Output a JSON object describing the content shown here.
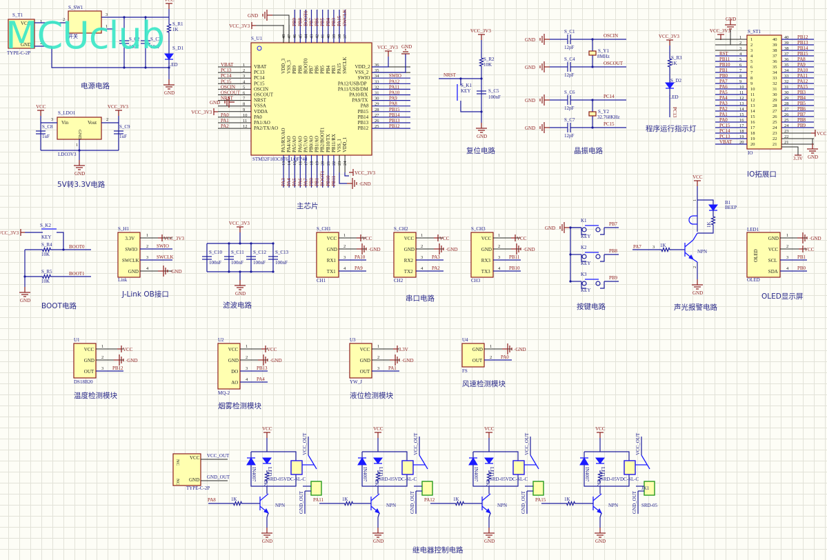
{
  "watermark": "MCUclub",
  "colors": {
    "wire": "#1a1a9c",
    "net": "#8b1a1a",
    "component_fill": "#ffffb0",
    "grid": "#e2e2d8",
    "watermark": "#3ce8c8",
    "led": "#1a1aff"
  },
  "sections": {
    "power": {
      "title": "电源电路",
      "t1": "S_T1",
      "t1_type": "TYPE-C-2P",
      "t1_pins": [
        "VCC",
        "GND"
      ],
      "sw": "S_SW1",
      "sw_label": "开关",
      "c2": "S_C2",
      "c3": "S_C3",
      "c_val": "10uF",
      "r1": "S_R1",
      "r1_val": "1K",
      "d1": "S_D1",
      "led": "LED",
      "vcc": "VCC",
      "gnd": "GND"
    },
    "ldo": {
      "title": "5V转3.3V电路",
      "ref": "S_LDO1",
      "part": "LDO3V3",
      "vin": "Vin",
      "vout": "Vout",
      "gnd_pin": "GND",
      "c8": "S_C8",
      "c9": "S_C9",
      "c_val": "1uF",
      "vcc": "VCC",
      "vcc33": "VCC_3V3",
      "gnd": "GND"
    },
    "mcu": {
      "title": "主芯片",
      "ref": "S_U1",
      "part": "STM32F103C8T6_LQFP48",
      "left_pins": [
        {
          "n": "1",
          "name": "VBAT",
          "net": "VBAT"
        },
        {
          "n": "2",
          "name": "PC13",
          "net": "PC13"
        },
        {
          "n": "3",
          "name": "PC14",
          "net": "PC14"
        },
        {
          "n": "4",
          "name": "PC15",
          "net": "PC15"
        },
        {
          "n": "5",
          "name": "OSCIN",
          "net": "OSCIN"
        },
        {
          "n": "6",
          "name": "OSCOUT",
          "net": "OSCOUT"
        },
        {
          "n": "7",
          "name": "NRST",
          "net": "NRST"
        },
        {
          "n": "8",
          "name": "VSSA",
          "net": "GND"
        },
        {
          "n": "9",
          "name": "VDDA",
          "net": "VCC_3V3"
        },
        {
          "n": "10",
          "name": "PA0",
          "net": "PA0"
        },
        {
          "n": "11",
          "name": "PA1/AO",
          "net": "PA1"
        },
        {
          "n": "12",
          "name": "PA2/TX/AO",
          "net": "PA2"
        }
      ],
      "right_pins": [
        {
          "n": "36",
          "name": "VDD_2",
          "net": ""
        },
        {
          "n": "35",
          "name": "VSS_2",
          "net": ""
        },
        {
          "n": "34",
          "name": "SWIO",
          "net": "SWIO"
        },
        {
          "n": "33",
          "name": "PA12/USB/DP",
          "net": "PA12"
        },
        {
          "n": "32",
          "name": "PA11/USB/DM",
          "net": "PA11"
        },
        {
          "n": "31",
          "name": "PA10/RX",
          "net": "PA10"
        },
        {
          "n": "30",
          "name": "PA9/TX",
          "net": "PA9"
        },
        {
          "n": "29",
          "name": "PA8",
          "net": "PA8"
        },
        {
          "n": "28",
          "name": "PB15",
          "net": "PB15"
        },
        {
          "n": "27",
          "name": "PB14",
          "net": "PB14"
        },
        {
          "n": "26",
          "name": "PB13",
          "net": "PB13"
        },
        {
          "n": "25",
          "name": "PB12",
          "net": "PB12"
        }
      ],
      "top_pins": [
        {
          "n": "48",
          "name": "VDD_3",
          "net": ""
        },
        {
          "n": "47",
          "name": "VSS_3",
          "net": ""
        },
        {
          "n": "46",
          "name": "PB9",
          "net": "PB9"
        },
        {
          "n": "45",
          "name": "PB8",
          "net": "PB8"
        },
        {
          "n": "44",
          "name": "BOOT0",
          "net": "BOOT0"
        },
        {
          "n": "43",
          "name": "PB7",
          "net": "PB7"
        },
        {
          "n": "42",
          "name": "PB6",
          "net": "PB6"
        },
        {
          "n": "41",
          "name": "PB5",
          "net": "PB5"
        },
        {
          "n": "40",
          "name": "PB4",
          "net": "PB4"
        },
        {
          "n": "39",
          "name": "PB3",
          "net": "PB3"
        },
        {
          "n": "38",
          "name": "PA15",
          "net": "PA15"
        },
        {
          "n": "37",
          "name": "SWCLK",
          "net": "SWCLK"
        }
      ],
      "bottom_pins": [
        {
          "n": "13",
          "name": "PA3/RX/AO",
          "net": "PA3"
        },
        {
          "n": "14",
          "name": "PA4/AO",
          "net": "PA4"
        },
        {
          "n": "15",
          "name": "PA5/AO",
          "net": "PA5"
        },
        {
          "n": "16",
          "name": "PA6/AO",
          "net": "PA6"
        },
        {
          "n": "17",
          "name": "PA7/AO",
          "net": "PA7"
        },
        {
          "n": "18",
          "name": "PB0/AO",
          "net": "PB0"
        },
        {
          "n": "19",
          "name": "PB1/AO",
          "net": "PB1"
        },
        {
          "n": "20",
          "name": "PB2/BOOT1",
          "net": "BOOT1"
        },
        {
          "n": "21",
          "name": "PB10/TX",
          "net": "PB10"
        },
        {
          "n": "22",
          "name": "PB11/RX",
          "net": "PB11"
        },
        {
          "n": "23",
          "name": "VSS_1",
          "net": ""
        },
        {
          "n": "24",
          "name": "VDD_1",
          "net": ""
        }
      ],
      "gnd": "GND",
      "vcc33": "VCC_3V3"
    },
    "reset": {
      "title": "复位电路",
      "vcc33": "VCC_3V3",
      "r2": "S_R2",
      "r2_val": "10K",
      "k1": "S_K1",
      "key": "KEY",
      "c5": "S_C5",
      "c5_val": "100nF",
      "nrst": "NRST",
      "gnd": "GND"
    },
    "crystal": {
      "title": "晶振电路",
      "c1": "S_C1",
      "c4": "S_C4",
      "c6": "S_C6",
      "c7": "S_C7",
      "c_val": "12pF",
      "y1": "S_Y1",
      "y1_val": "8MHz",
      "y2": "S_Y2",
      "y2_val": "32.768KHz",
      "oscin": "OSCIN",
      "oscout": "OSCOUT",
      "pc14": "PC14",
      "pc15": "PC15",
      "gnd": "GND"
    },
    "run_led": {
      "title": "程序运行指示灯",
      "vcc33": "VCC_3V3",
      "r3": "S_R3",
      "r3_val": "1K",
      "d2": "S_D2",
      "led": "LED",
      "net": "PC13"
    },
    "io": {
      "title": "IO拓展口",
      "ref": "S_ST1",
      "part": "IO",
      "gnd": "GND",
      "vcc33": "VCC_3V3",
      "vcc": "VCC",
      "v33": "3.3V",
      "left": [
        {
          "n": "1",
          "net": ""
        },
        {
          "n": "2",
          "net": ""
        },
        {
          "n": "3",
          "net": ""
        },
        {
          "n": "4",
          "net": "RST"
        },
        {
          "n": "5",
          "net": "PB11"
        },
        {
          "n": "6",
          "net": "PB10"
        },
        {
          "n": "7",
          "net": "PB1"
        },
        {
          "n": "8",
          "net": "PB0"
        },
        {
          "n": "9",
          "net": "PA7"
        },
        {
          "n": "10",
          "net": "PA6"
        },
        {
          "n": "11",
          "net": "PA5"
        },
        {
          "n": "12",
          "net": "PA4"
        },
        {
          "n": "13",
          "net": "PA3"
        },
        {
          "n": "14",
          "net": "PA2"
        },
        {
          "n": "15",
          "net": "PA1"
        },
        {
          "n": "16",
          "net": "PA0"
        },
        {
          "n": "17",
          "net": "PC15"
        },
        {
          "n": "18",
          "net": "PC14"
        },
        {
          "n": "19",
          "net": "PC13"
        },
        {
          "n": "20",
          "net": "VBAT"
        }
      ],
      "right": [
        {
          "n": "40",
          "net": "PB12"
        },
        {
          "n": "39",
          "net": "PB13"
        },
        {
          "n": "38",
          "net": "PB14"
        },
        {
          "n": "37",
          "net": "PB15"
        },
        {
          "n": "36",
          "net": "PA8"
        },
        {
          "n": "35",
          "net": "PA9"
        },
        {
          "n": "34",
          "net": "PA10"
        },
        {
          "n": "33",
          "net": "PA11"
        },
        {
          "n": "32",
          "net": "PA12"
        },
        {
          "n": "31",
          "net": "PA15"
        },
        {
          "n": "30",
          "net": "PB3"
        },
        {
          "n": "29",
          "net": "PB4"
        },
        {
          "n": "28",
          "net": "PB5"
        },
        {
          "n": "27",
          "net": "PB6"
        },
        {
          "n": "26",
          "net": "PB7"
        },
        {
          "n": "25",
          "net": "PB8"
        },
        {
          "n": "24",
          "net": "PB9"
        },
        {
          "n": "23",
          "net": ""
        },
        {
          "n": "22",
          "net": ""
        },
        {
          "n": "21",
          "net": ""
        }
      ]
    },
    "boot": {
      "title": "BOOT电路",
      "k2": "S_K2",
      "key": "KEY",
      "r4": "S_R4",
      "r5": "S_R5",
      "r_val": "10K",
      "boot0": "BOOT0",
      "boot1": "BOOT1",
      "vcc33": "VCC_3V3",
      "gnd": "GND"
    },
    "jlink": {
      "title": "J-Link OB接口",
      "ref": "S_H1",
      "part": "Link",
      "pins": [
        {
          "n": "1",
          "name": "3.3V",
          "net": "VCC_3V3"
        },
        {
          "n": "2",
          "name": "SWIO",
          "net": "SWIO"
        },
        {
          "n": "3",
          "name": "SWCLK",
          "net": "SWCLK"
        },
        {
          "n": "4",
          "name": "GND",
          "net": "GND"
        }
      ]
    },
    "filter": {
      "title": "滤波电路",
      "caps": [
        "S_C10",
        "S_C11",
        "S_C12",
        "S_C13"
      ],
      "c_val": "100nF",
      "vcc33": "VCC_3V3",
      "gnd": "GND"
    },
    "uart": {
      "title": "串口电路",
      "channels": [
        {
          "ref": "S_CH1",
          "part": "CH1",
          "pins": [
            "VCC",
            "GND",
            "RX1",
            "TX1"
          ],
          "nets": [
            "VCC",
            "GND",
            "PA10",
            "PA9"
          ]
        },
        {
          "ref": "S_CH2",
          "part": "CH2",
          "pins": [
            "VCC",
            "GND",
            "RX2",
            "TX2"
          ],
          "nets": [
            "VCC",
            "GND",
            "PA3",
            "PA2"
          ]
        },
        {
          "ref": "S_CH3",
          "part": "CH3",
          "pins": [
            "VCC",
            "GND",
            "RX3",
            "TX3"
          ],
          "nets": [
            "VCC",
            "GND",
            "PB11",
            "PB10"
          ]
        }
      ]
    },
    "keys": {
      "title": "按键电路",
      "gnd": "GND",
      "keys": [
        {
          "ref": "K1",
          "label": "KEY",
          "net": "PB7"
        },
        {
          "ref": "K2",
          "label": "KEY",
          "net": "PB8"
        },
        {
          "ref": "K3",
          "label": "KEY",
          "net": "PB9"
        }
      ]
    },
    "alarm": {
      "title": "声光报警电路",
      "vcc": "VCC",
      "gnd": "GND",
      "b1": "B1",
      "b1_val": "BEEP",
      "r_val": "1K",
      "in_net": "PA7",
      "pin3": "3",
      "pin1": "1",
      "pin2": "2",
      "npn": "NPN"
    },
    "oled": {
      "title": "OLED显示屏",
      "ref": "LED1",
      "part": "OLED",
      "body": "OLED",
      "pins": [
        {
          "n": "1",
          "name": "GND",
          "net": "GND"
        },
        {
          "n": "2",
          "name": "VCC",
          "net": "VCC"
        },
        {
          "n": "3",
          "name": "SCL",
          "net": "PB1"
        },
        {
          "n": "4",
          "name": "SDA",
          "net": "PB0"
        }
      ]
    },
    "sensors": [
      {
        "title": "温度检测模块",
        "ref": "U1",
        "part": "DS18B20",
        "pins": [
          "VCC",
          "GND",
          "OUT"
        ],
        "nets": [
          "VCC",
          "GND",
          "PB12"
        ]
      },
      {
        "title": "烟雾检测模块",
        "ref": "U2",
        "part": "MQ-2",
        "pins": [
          "VCC",
          "GND",
          "DO",
          "AO"
        ],
        "nets": [
          "VCC",
          "GND",
          "PB13",
          "PA4"
        ]
      },
      {
        "title": "液位检测模块",
        "ref": "U3",
        "part": "YW_J",
        "pins": [
          "VCC",
          "GND",
          "OUT"
        ],
        "nets": [
          "3.3V",
          "GND",
          "PA1"
        ]
      },
      {
        "title": "风速检测模块",
        "ref": "U4",
        "part": "FS",
        "pins": [
          "GND",
          "OUT"
        ],
        "nets": [
          "GND",
          "PA0"
        ]
      }
    ],
    "relay": {
      "title": "继电器控制电路",
      "conn": {
        "part": "TYPE-C-2P",
        "nc": "NC",
        "pins": [
          "VCC",
          "GND"
        ],
        "nets": [
          "VCC_OUT",
          "GND_OUT"
        ]
      },
      "channels": [
        {
          "in": "PA8",
          "out": "PA11"
        },
        {
          "in": "",
          "out": "PA12"
        },
        {
          "in": "",
          "out": "PA15"
        },
        {
          "in": "",
          "out": ""
        }
      ],
      "vcc": "VCC",
      "gnd": "GND",
      "diode": "IN4007",
      "led": "LED",
      "r_val": "1K",
      "relay": "SRD-05VDC-SL-C",
      "npn": "NPN",
      "vcc_out": "VCC_OUT",
      "gnd_out": "GND_OUT",
      "jk": "JK1",
      "jk_part": "SRD-05"
    }
  }
}
